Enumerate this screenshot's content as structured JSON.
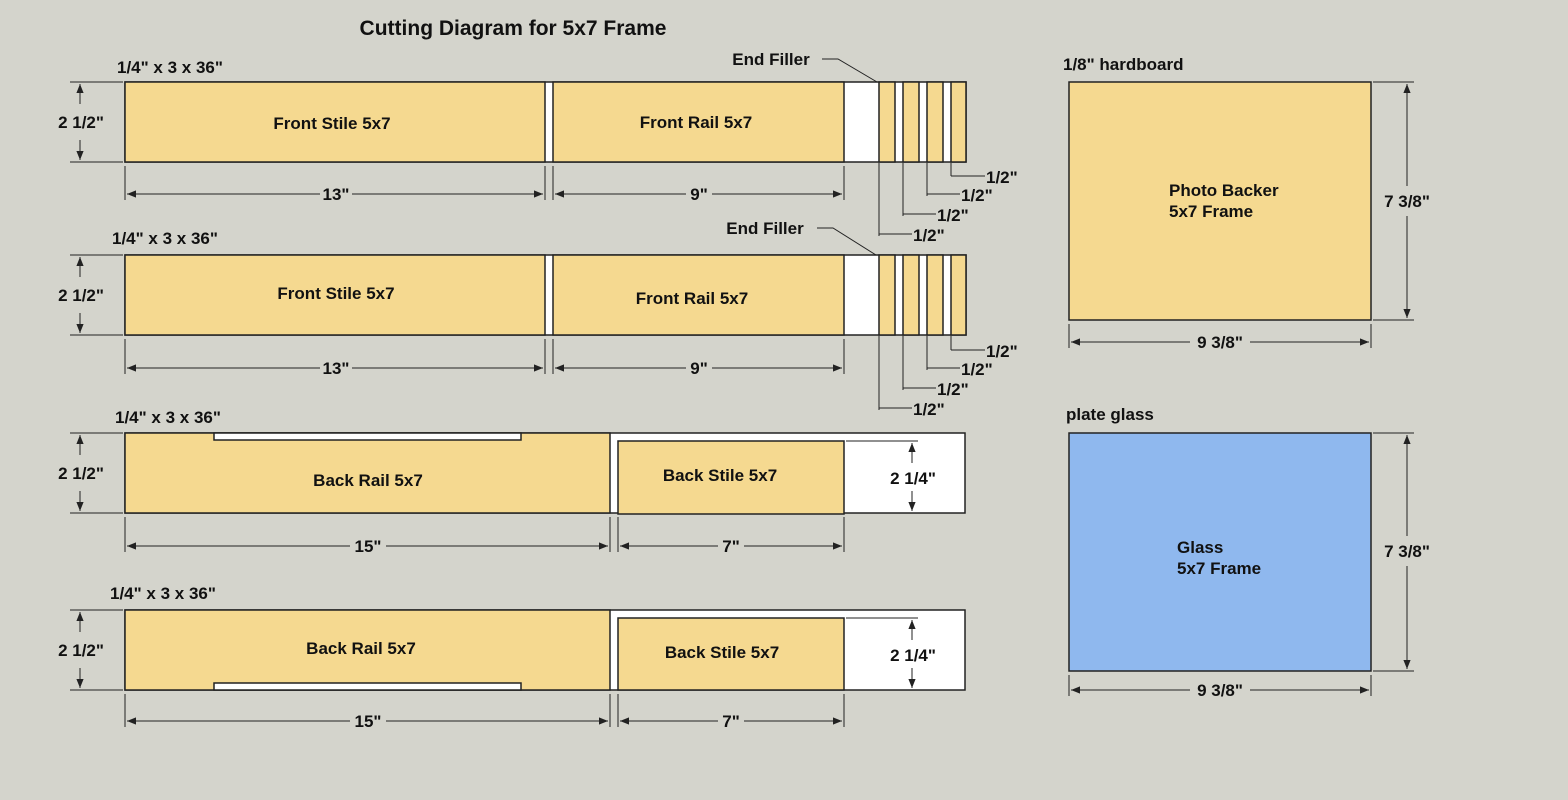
{
  "title": "Cutting Diagram for 5x7 Frame",
  "boards": [
    {
      "stock": "1/4\" x 3 x 36\"",
      "height": "2 1/2\"",
      "pieces": [
        {
          "label": "Front Stile 5x7",
          "dim": "13\""
        },
        {
          "label": "Front Rail 5x7",
          "dim": "9\""
        }
      ],
      "end_filler": "End Filler",
      "strips": [
        "1/2\"",
        "1/2\"",
        "1/2\"",
        "1/2\""
      ]
    },
    {
      "stock": "1/4\" x 3 x 36\"",
      "height": "2 1/2\"",
      "pieces": [
        {
          "label": "Front Stile 5x7",
          "dim": "13\""
        },
        {
          "label": "Front Rail 5x7",
          "dim": "9\""
        }
      ],
      "end_filler": "End Filler",
      "strips": [
        "1/2\"",
        "1/2\"",
        "1/2\"",
        "1/2\""
      ]
    },
    {
      "stock": "1/4\" x 3 x 36\"",
      "height": "2 1/2\"",
      "pieces": [
        {
          "label": "Back Rail 5x7",
          "dim": "15\""
        },
        {
          "label": "Back Stile 5x7",
          "dim": "7\"",
          "height": "2 1/4\""
        }
      ]
    },
    {
      "stock": "1/4\" x 3 x 36\"",
      "height": "2 1/2\"",
      "pieces": [
        {
          "label": "Back Rail 5x7",
          "dim": "15\""
        },
        {
          "label": "Back Stile 5x7",
          "dim": "7\"",
          "height": "2 1/4\""
        }
      ]
    }
  ],
  "panels": [
    {
      "material": "1/8\" hardboard",
      "label_line1": "Photo Backer",
      "label_line2": "5x7 Frame",
      "width": "9 3/8\"",
      "height": "7 3/8\"",
      "color": "#f5d990"
    },
    {
      "material": "plate glass",
      "label_line1": "Glass",
      "label_line2": "5x7 Frame",
      "width": "9 3/8\"",
      "height": "7 3/8\"",
      "color": "#8fb8ee"
    }
  ]
}
